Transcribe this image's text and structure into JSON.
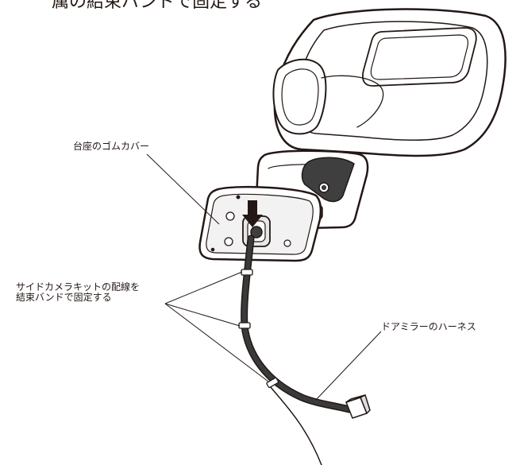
{
  "caption_top": "属の結束バンドで固定する",
  "labels": {
    "grommet": "台座のゴムカバー",
    "wiring_line1": "サイドカメラキットの配線を",
    "wiring_line2": "結束バンドで固定する",
    "harness": "ドアミラーのハーネス"
  },
  "colors": {
    "line": "#231815",
    "cable": "#3a3a3a",
    "mount_shade": "#e6e6e6",
    "mirror_fill": "#ffffff"
  }
}
